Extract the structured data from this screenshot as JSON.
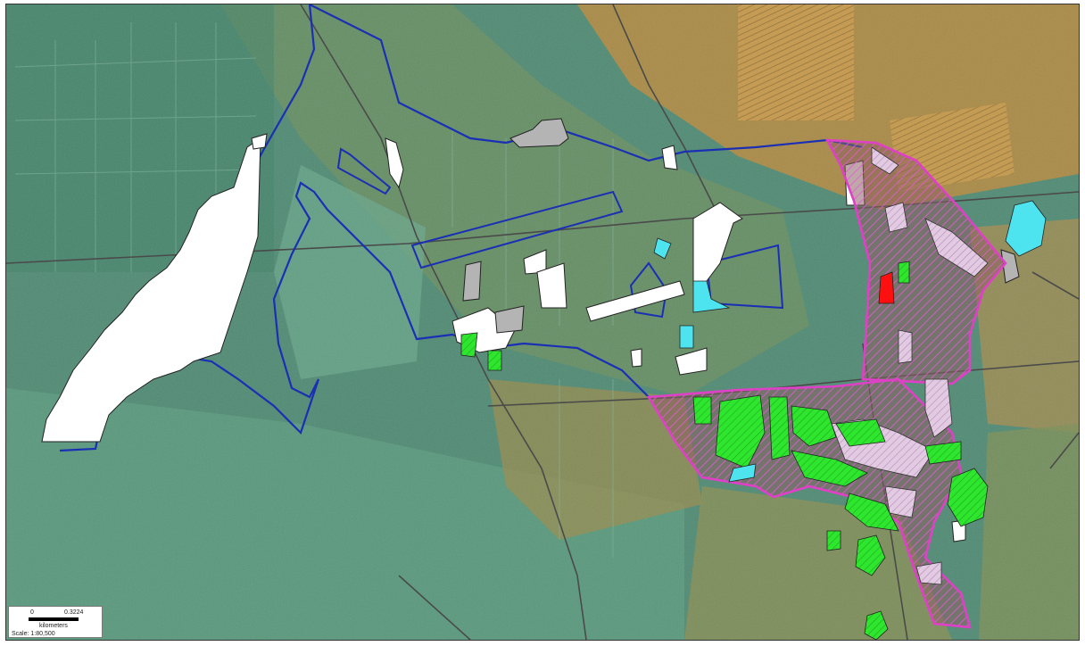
{
  "map": {
    "scale_bar": {
      "start_label": "0",
      "end_label": "0.3224",
      "unit_label": "kilometers",
      "scale_text": "Scale: 1:80,500"
    },
    "colors": {
      "forest_base": "#4f8a73",
      "field_orange": "#b9893d",
      "study_boundary": "#1b2fb5",
      "survey_area": "#e040c8",
      "parcel_white": "#ffffff",
      "parcel_gray": "#b4b4b4",
      "parcel_green": "#27e827",
      "parcel_cyan": "#4de4ef",
      "parcel_red": "#ff1010",
      "parcel_lilac": "#ddc4dd",
      "road": "#4a4a4a"
    }
  }
}
